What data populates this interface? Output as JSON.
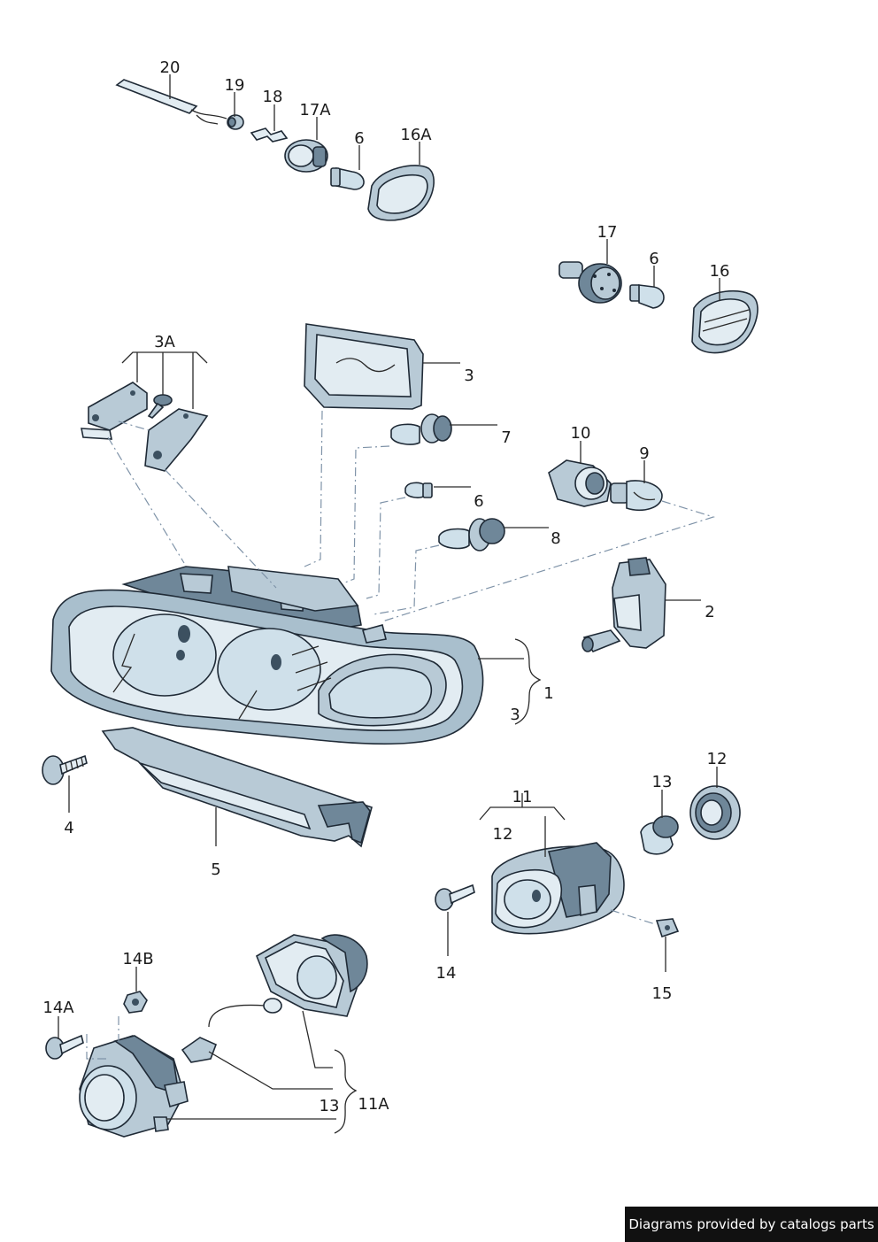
{
  "callouts": [
    {
      "label": "20"
    },
    {
      "label": "19"
    },
    {
      "label": "18"
    },
    {
      "label": "17A"
    },
    {
      "label": "6"
    },
    {
      "label": "16A"
    },
    {
      "label": "17"
    },
    {
      "label": "6"
    },
    {
      "label": "16"
    },
    {
      "label": "3A"
    },
    {
      "label": "3"
    },
    {
      "label": "7"
    },
    {
      "label": "10"
    },
    {
      "label": "9"
    },
    {
      "label": "6"
    },
    {
      "label": "8"
    },
    {
      "label": "2"
    },
    {
      "label": "1"
    },
    {
      "label": "3"
    },
    {
      "label": "4"
    },
    {
      "label": "5"
    },
    {
      "label": "11"
    },
    {
      "label": "12"
    },
    {
      "label": "13"
    },
    {
      "label": "12"
    },
    {
      "label": "14"
    },
    {
      "label": "15"
    },
    {
      "label": "14B"
    },
    {
      "label": "14A"
    },
    {
      "label": "13"
    },
    {
      "label": "11A"
    }
  ],
  "footer": {
    "credit": "Diagrams provided by catalogs parts"
  }
}
